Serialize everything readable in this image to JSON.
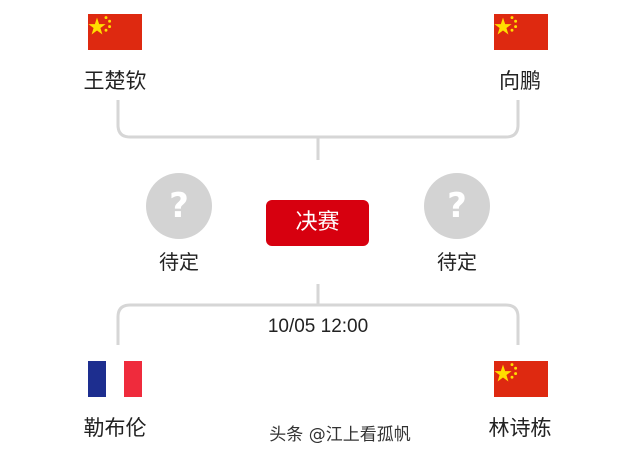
{
  "match": {
    "stage_label": "决赛",
    "datetime": "10/05 12:00",
    "top_left": {
      "name": "王楚钦",
      "flag": "china"
    },
    "top_right": {
      "name": "向鹏",
      "flag": "china"
    },
    "bottom_left": {
      "name": "勒布伦",
      "flag": "france"
    },
    "bottom_right": {
      "name": "林诗栋",
      "flag": "china"
    },
    "left_semifinal": {
      "label": "待定",
      "icon": "?"
    },
    "right_semifinal": {
      "label": "待定",
      "icon": "?"
    }
  },
  "watermark": "头条 @江上看孤帆",
  "colors": {
    "accent": "#d7000f",
    "line": "#d6d6d6",
    "placeholder": "#d3d3d3"
  }
}
